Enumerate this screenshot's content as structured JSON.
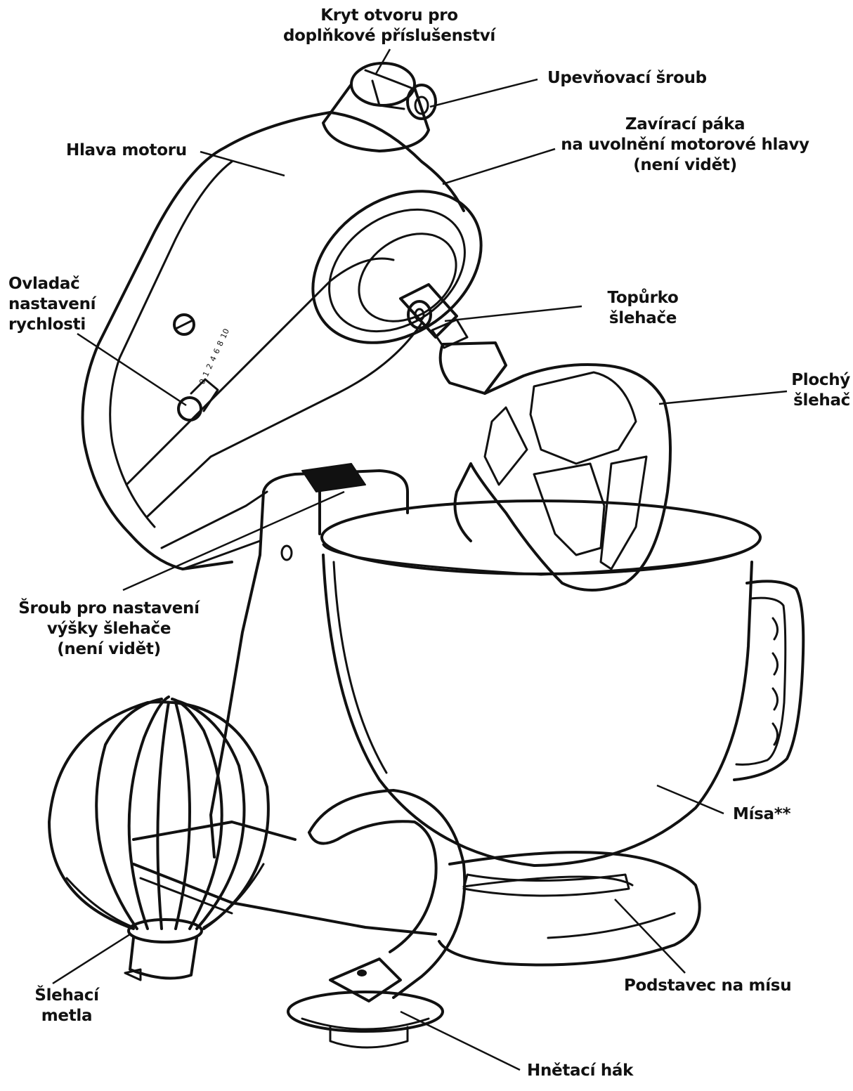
{
  "labels": {
    "attachment_hub_cover": [
      "Kryt otvoru pro",
      "doplňkové příslušenství"
    ],
    "fixing_screw": [
      "Upevňovací šroub"
    ],
    "head_lock_lever": [
      "Zavírací páka",
      "na uvolnění motorové hlavy",
      "(není vidět)"
    ],
    "motor_head": [
      "Hlava motoru"
    ],
    "speed_control": [
      "Ovladač",
      "nastavení",
      "rychlosti"
    ],
    "beater_shaft": [
      "Topůrko",
      "šlehače"
    ],
    "flat_beater": [
      "Plochý",
      "šlehač"
    ],
    "height_screw": [
      "Šroub pro nastavení",
      "výšky šlehače",
      "(není vidět)"
    ],
    "bowl": [
      "Mísa**"
    ],
    "wire_whip": [
      "Šlehací",
      "metla"
    ],
    "bowl_clamp_plate": [
      "Podstavec na mísu"
    ],
    "dough_hook": [
      "Hnětací hák"
    ]
  },
  "speed_dial": [
    "0",
    "1",
    "2",
    "4",
    "6",
    "8",
    "10"
  ],
  "colors": {
    "ink": "#111111",
    "paper": "#ffffff"
  }
}
